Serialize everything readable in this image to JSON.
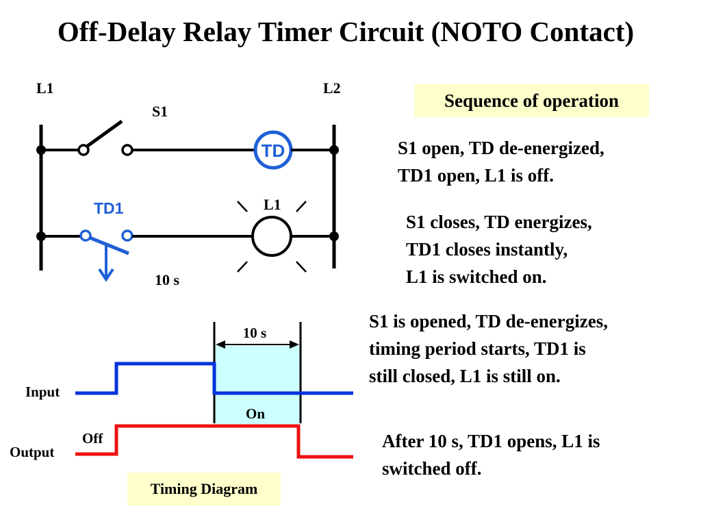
{
  "title": "Off-Delay Relay Timer Circuit (NOTO Contact)",
  "circuit": {
    "line_left": "L1",
    "line_right": "L2",
    "switch_label": "S1",
    "timer_coil": "TD",
    "contact_label": "TD1",
    "lamp_label": "L1",
    "delay_label": "10 s"
  },
  "sequence": {
    "heading": "Sequence of operation",
    "steps": [
      {
        "lines": [
          "S1 open, TD de-energized,",
          "TD1 open, L1 is off."
        ]
      },
      {
        "lines": [
          "S1 closes, TD energizes,",
          "TD1 closes instantly,",
          "L1 is switched on."
        ]
      },
      {
        "lines": [
          "S1 is opened, TD de-energizes,",
          "timing period starts, TD1 is",
          "still closed, L1 is still on."
        ]
      },
      {
        "lines": [
          "After 10 s, TD1 opens, L1 is",
          "switched off."
        ]
      }
    ]
  },
  "timing": {
    "caption": "Timing Diagram",
    "input_label": "Input",
    "output_label": "Output",
    "period_label": "10 s",
    "on_label": "On",
    "off_label": "Off"
  },
  "colors": {
    "circuit_blue": "#1f5fd6",
    "input_blue": "#0033dd",
    "output_red": "#ee1111",
    "highlight": "#ccffff",
    "caption_bg": "#ffffcc"
  }
}
